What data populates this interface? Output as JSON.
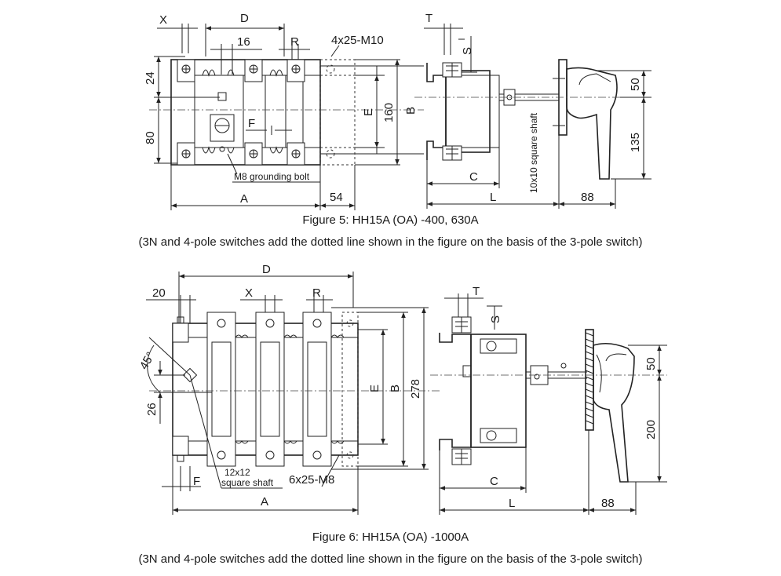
{
  "figure5": {
    "caption": "Figure 5: HH15A (OA) -400, 630A",
    "note": "(3N and 4-pole switches add the dotted line shown in the figure on the basis of the 3-pole switch)",
    "labels": {
      "x": "X",
      "d": "D",
      "d16": "16",
      "r": "R",
      "holes": "4x25-M10",
      "d24": "24",
      "d80": "80",
      "f": "F",
      "e": "E",
      "d160": "160",
      "b": "B",
      "bolt": "M8 grounding bolt",
      "a": "A",
      "d54": "54",
      "t": "T",
      "s": "S",
      "shaft": "10x10 square shaft",
      "c": "C",
      "l": "L",
      "d50": "50",
      "d135": "135",
      "d88": "88"
    }
  },
  "figure6": {
    "caption": "Figure 6: HH15A (OA) -1000A",
    "note": "(3N and 4-pole switches add the dotted line shown in the figure on the basis of the 3-pole switch)",
    "labels": {
      "d20": "20",
      "d": "D",
      "x": "X",
      "r": "R",
      "angle": "45°",
      "d26": "26",
      "e": "E",
      "b": "B",
      "d278": "278",
      "shaft1": "12x12",
      "shaft2": "square shaft",
      "holes": "6x25-M8",
      "f": "F",
      "a": "A",
      "t": "T",
      "s": "S",
      "c": "C",
      "l": "L",
      "d50": "50",
      "d200": "200",
      "d88": "88"
    }
  }
}
